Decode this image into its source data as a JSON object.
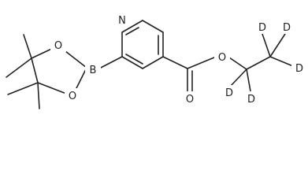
{
  "molecule": {
    "atoms": {
      "pyridine_n": "N",
      "boron": "B",
      "ring_o_upper": "O",
      "ring_o_lower": "O",
      "carbonyl_o": "O",
      "ester_o": "O",
      "d1": "D",
      "d2": "D",
      "d3": "D",
      "d4": "D",
      "d5": "D"
    }
  }
}
